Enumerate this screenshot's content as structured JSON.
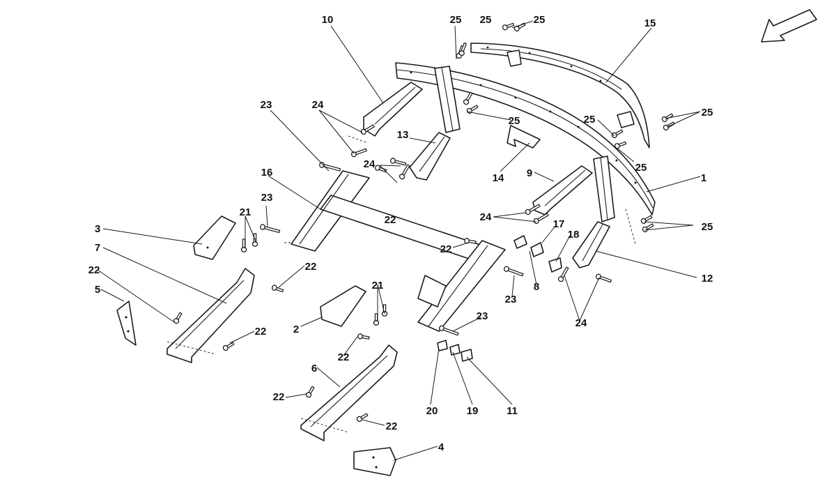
{
  "diagram": {
    "type": "exploded-parts-view",
    "direction_indicator": "arrow-icon",
    "callouts": [
      {
        "id": "c1",
        "label": "1"
      },
      {
        "id": "c2",
        "label": "2"
      },
      {
        "id": "c3",
        "label": "3"
      },
      {
        "id": "c4",
        "label": "4"
      },
      {
        "id": "c5",
        "label": "5"
      },
      {
        "id": "c6",
        "label": "6"
      },
      {
        "id": "c7",
        "label": "7"
      },
      {
        "id": "c8",
        "label": "8"
      },
      {
        "id": "c9",
        "label": "9"
      },
      {
        "id": "c10",
        "label": "10"
      },
      {
        "id": "c11",
        "label": "11"
      },
      {
        "id": "c12",
        "label": "12"
      },
      {
        "id": "c13",
        "label": "13"
      },
      {
        "id": "c14",
        "label": "14"
      },
      {
        "id": "c15",
        "label": "15"
      },
      {
        "id": "c16",
        "label": "16"
      },
      {
        "id": "c17",
        "label": "17"
      },
      {
        "id": "c18",
        "label": "18"
      },
      {
        "id": "c19",
        "label": "19"
      },
      {
        "id": "c20",
        "label": "20"
      },
      {
        "id": "c21a",
        "label": "21"
      },
      {
        "id": "c21b",
        "label": "21"
      },
      {
        "id": "c22a",
        "label": "22"
      },
      {
        "id": "c22b",
        "label": "22"
      },
      {
        "id": "c22c",
        "label": "22"
      },
      {
        "id": "c22d",
        "label": "22"
      },
      {
        "id": "c22e",
        "label": "22"
      },
      {
        "id": "c22f",
        "label": "22"
      },
      {
        "id": "c22g",
        "label": "22"
      },
      {
        "id": "c22h",
        "label": "22"
      },
      {
        "id": "c23a",
        "label": "23"
      },
      {
        "id": "c23b",
        "label": "23"
      },
      {
        "id": "c23c",
        "label": "23"
      },
      {
        "id": "c23d",
        "label": "23"
      },
      {
        "id": "c24a",
        "label": "24"
      },
      {
        "id": "c24b",
        "label": "24"
      },
      {
        "id": "c24c",
        "label": "24"
      },
      {
        "id": "c24d",
        "label": "24"
      },
      {
        "id": "c25a",
        "label": "25"
      },
      {
        "id": "c25b",
        "label": "25"
      },
      {
        "id": "c25c",
        "label": "25"
      },
      {
        "id": "c25d",
        "label": "25"
      },
      {
        "id": "c25e",
        "label": "25"
      },
      {
        "id": "c25f",
        "label": "25"
      },
      {
        "id": "c25g",
        "label": "25"
      },
      {
        "id": "c25h",
        "label": "25"
      }
    ]
  }
}
